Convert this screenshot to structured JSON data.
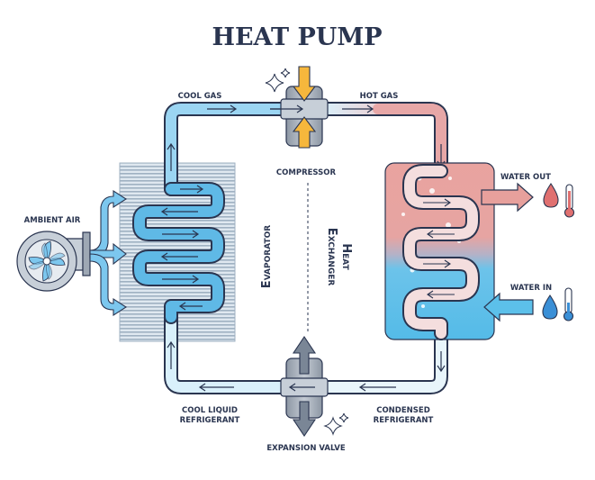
{
  "title": "HEAT PUMP",
  "labels": {
    "cool_gas": "COOL GAS",
    "hot_gas": "HOT GAS",
    "compressor": "COMPRESSOR",
    "water_out": "WATER OUT",
    "water_in": "WATER IN",
    "ambient_air": "AMBIENT AIR",
    "evaporator": "Evaporator",
    "heat_exchanger_line1": "Heat",
    "heat_exchanger_line2": "Exchanger",
    "cool_liquid_line1": "COOL LIQUID",
    "cool_liquid_line2": "REFRIGERANT",
    "condensed_line1": "CONDENSED",
    "condensed_line2": "REFRIGERANT",
    "expansion_valve": "EXPANSION VALVE"
  },
  "colors": {
    "outline": "#2a3550",
    "cold_pipe": "#7cc7ee",
    "cold_pipe_light": "#d9f0fb",
    "hot_pipe": "#e58e8e",
    "tank_hot": "#e7a09c",
    "tank_cold": "#5cc0ea",
    "tank_mid": "#b9b0c4",
    "fins": "#a9b9c8",
    "fins_bg": "#dde7ef",
    "device_gray": "#9ea8b4",
    "compressor_arrow": "#f6b73c",
    "drop_hot": "#e07070",
    "drop_cold": "#3a8fd6",
    "fan_blue": "#7cc7ee"
  },
  "icons": [
    "fan-icon",
    "water-drop-hot-icon",
    "thermometer-hot-icon",
    "water-drop-cold-icon",
    "thermometer-cold-icon",
    "sparkle-icon"
  ]
}
